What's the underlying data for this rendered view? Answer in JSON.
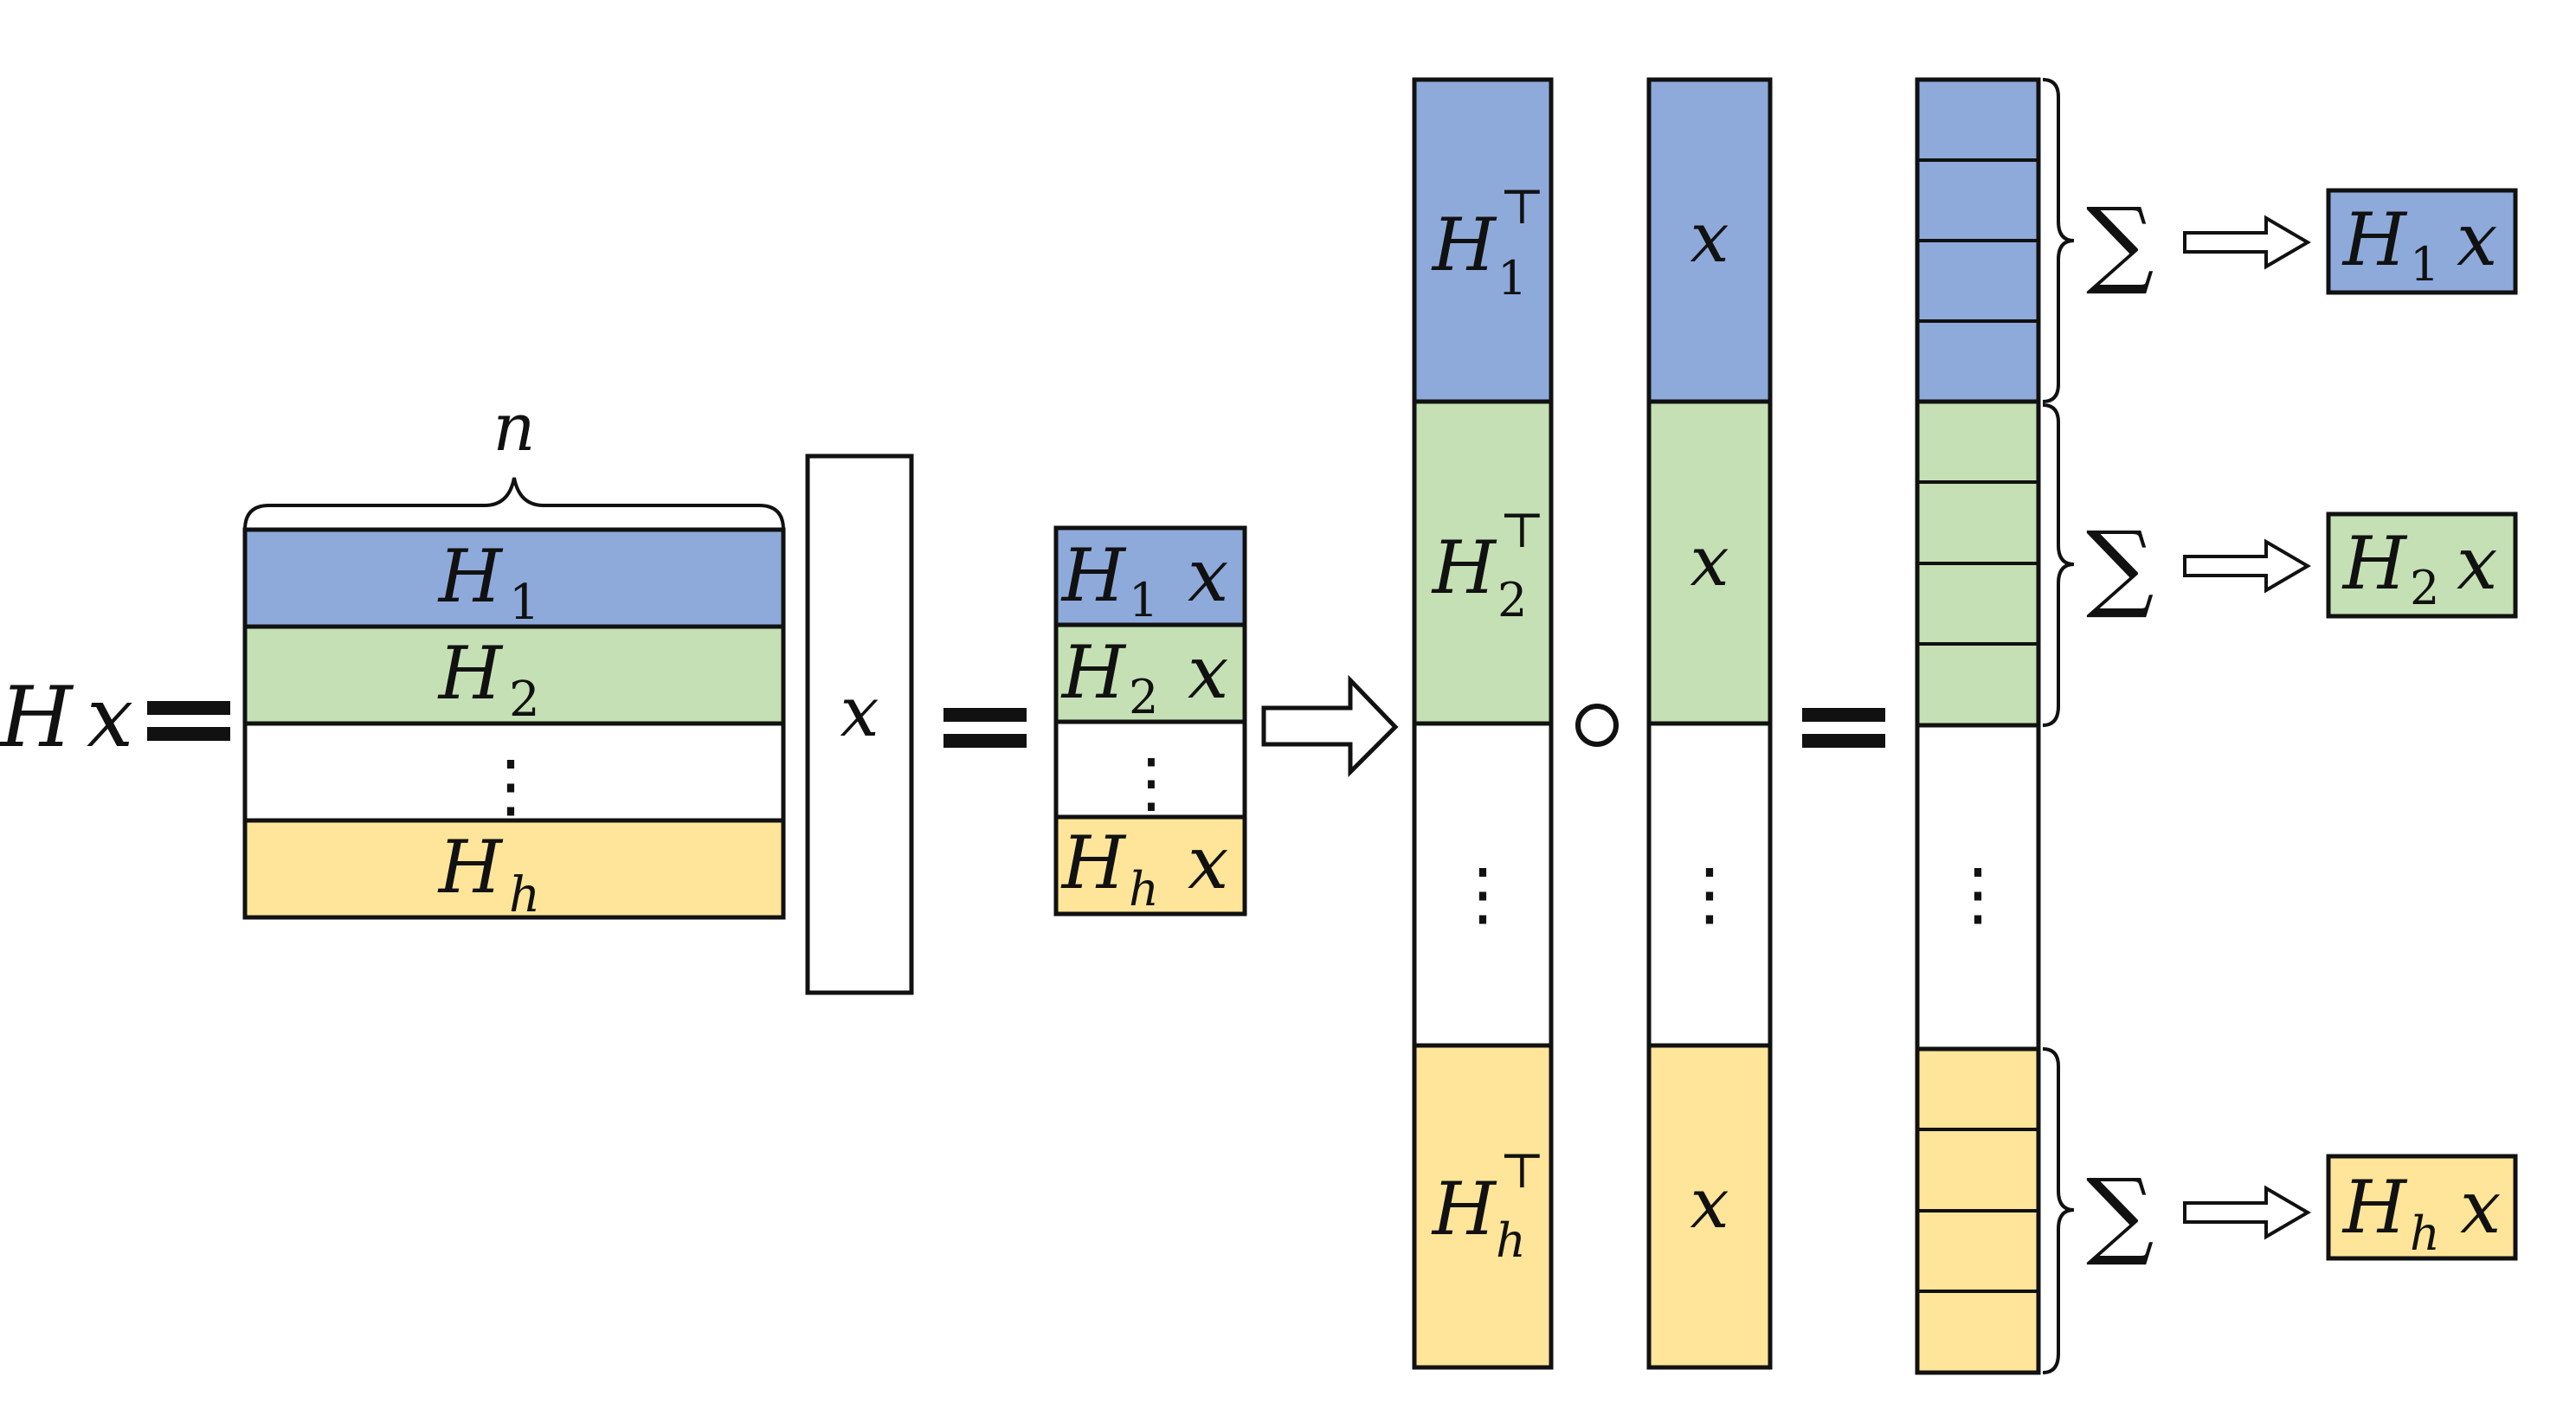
{
  "colors": {
    "blue": "#8eaadb",
    "green": "#c5e0b4",
    "yellow": "#ffe599",
    "white": "#ffffff",
    "stroke": "#111111"
  },
  "labels": {
    "hx_base": "H",
    "hx_var": "x",
    "n": "n",
    "x": "x",
    "H": "H",
    "sub1": "1",
    "sub2": "2",
    "subh": "h",
    "transpose": "⊤",
    "sum": "∑",
    "vdots": "⋮"
  },
  "blocks": [
    {
      "id": "1",
      "color_key": "blue"
    },
    {
      "id": "2",
      "color_key": "green"
    },
    {
      "id": "dots",
      "color_key": "white"
    },
    {
      "id": "h",
      "color_key": "yellow"
    }
  ]
}
